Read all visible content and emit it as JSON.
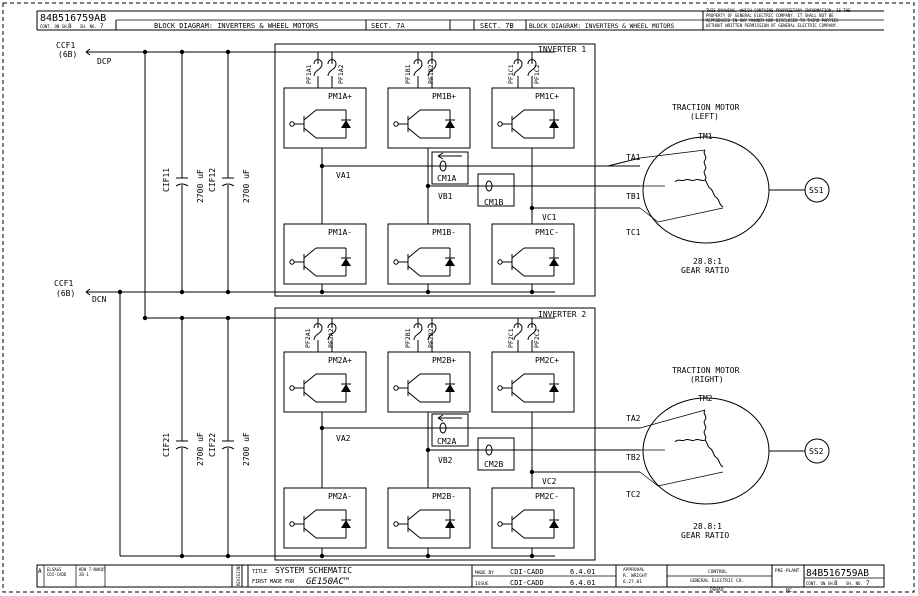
{
  "drawing": {
    "number": "84B516759AB",
    "cont_label": "CONT. ON SH.",
    "cont_value": "8",
    "sh_label": "SH. NO.",
    "sh_value": "7"
  },
  "header": {
    "block_title_left": "BLOCK DIAGRAM: INVERTERS & WHEEL MOTORS",
    "sect_left": "SECT. 7A",
    "sect_right": "SECT. 7B",
    "block_title_right": "BLOCK DIAGRAM: INVERTERS & WHEEL MOTORS",
    "proprietary_notice": [
      "THIS DRAWING, WHICH CONTAINS PROPRIETARY INFORMATION, IS THE",
      "PROPERTY OF GENERAL ELECTRIC COMPANY.  IT SHALL NOT BE",
      "REPRODUCED IN ANY MANNER NOR DISCLOSED TO THIRD PARTIES",
      "WITHOUT WRITTEN PERMISSION OF GENERAL ELECTRIC COMPANY."
    ]
  },
  "connectors": {
    "top": {
      "name": "CCF1",
      "ref": "(6B)",
      "net": "DCP"
    },
    "bottom": {
      "name": "CCF1",
      "ref": "(6B)",
      "net": "DCN"
    }
  },
  "capacitors": [
    {
      "name": "CIF11",
      "value": "2700 uF"
    },
    {
      "name": "CIF12",
      "value": "2700 uF"
    },
    {
      "name": "CIF21",
      "value": "2700 uF"
    },
    {
      "name": "CIF22",
      "value": "2700 uF"
    }
  ],
  "inverters": [
    {
      "title": "INVERTER 1",
      "fuses": [
        "PF1A1",
        "PF1A2",
        "PF1B1",
        "PF1B2",
        "PF1C1",
        "PF1C2"
      ],
      "modules_upper": [
        "PM1A+",
        "PM1B+",
        "PM1C+"
      ],
      "modules_lower": [
        "PM1A-",
        "PM1B-",
        "PM1C-"
      ],
      "nodes": [
        "VA1",
        "VB1",
        "VC1"
      ],
      "current_sensors": [
        "CM1A",
        "CM1B"
      ],
      "phases": [
        "TA1",
        "TB1",
        "TC1"
      ]
    },
    {
      "title": "INVERTER 2",
      "fuses": [
        "PF2A1",
        "PF2A2",
        "PF2B1",
        "PF2B2",
        "PF2C1",
        "PF2C2"
      ],
      "modules_upper": [
        "PM2A+",
        "PM2B+",
        "PM2C+"
      ],
      "modules_lower": [
        "PM2A-",
        "PM2B-",
        "PM2C-"
      ],
      "nodes": [
        "VA2",
        "VB2",
        "VC2"
      ],
      "current_sensors": [
        "CM2A",
        "CM2B"
      ],
      "phases": [
        "TA2",
        "TB2",
        "TC2"
      ]
    }
  ],
  "motors": [
    {
      "heading": "TRACTION MOTOR",
      "side": "(LEFT)",
      "id": "TM1",
      "ratio": "28.8:1",
      "ratio_label": "GEAR RATIO",
      "speed_sensor": "SS1"
    },
    {
      "heading": "TRACTION MOTOR",
      "side": "(RIGHT)",
      "id": "TM2",
      "ratio": "28.8:1",
      "ratio_label": "GEAR RATIO",
      "speed_sensor": "SS2"
    }
  ],
  "title_block": {
    "rev": "A",
    "rev_note1": "ELSAGS",
    "rev_note2": "CDI-CADD",
    "rev_note3": "KDH 7-NAK05",
    "rev_note4": "2B-1",
    "rev_side": "REVISIONS",
    "title_label": "TITLE",
    "title": "SYSTEM SCHEMATIC",
    "first_made_label": "FIRST MADE FOR",
    "first_made_for": "GE150AC™",
    "made_by_label": "MADE BY",
    "made_by": "CDI-CADD",
    "made_date": "6.4.01",
    "issue_label": "ISSUE",
    "issue_by": "CDI-CADD",
    "issue_date": "6.4.01",
    "approval_label": "APPROVAL",
    "approval_name": "R. WRIGHT",
    "approval_date": "6.27.01",
    "control_label": "CONTROL",
    "company": "GENERAL ELECTRIC CO.",
    "company_loc": "OSHAQ",
    "pre_plant_label": "PRE-PLANT",
    "pre_plant_value": "RC",
    "drawing_number": "84B516759AB",
    "cont_label": "CONT. ON SH.",
    "cont_value": "8",
    "sh_label": "SH. NO.",
    "sh_value": "7"
  }
}
